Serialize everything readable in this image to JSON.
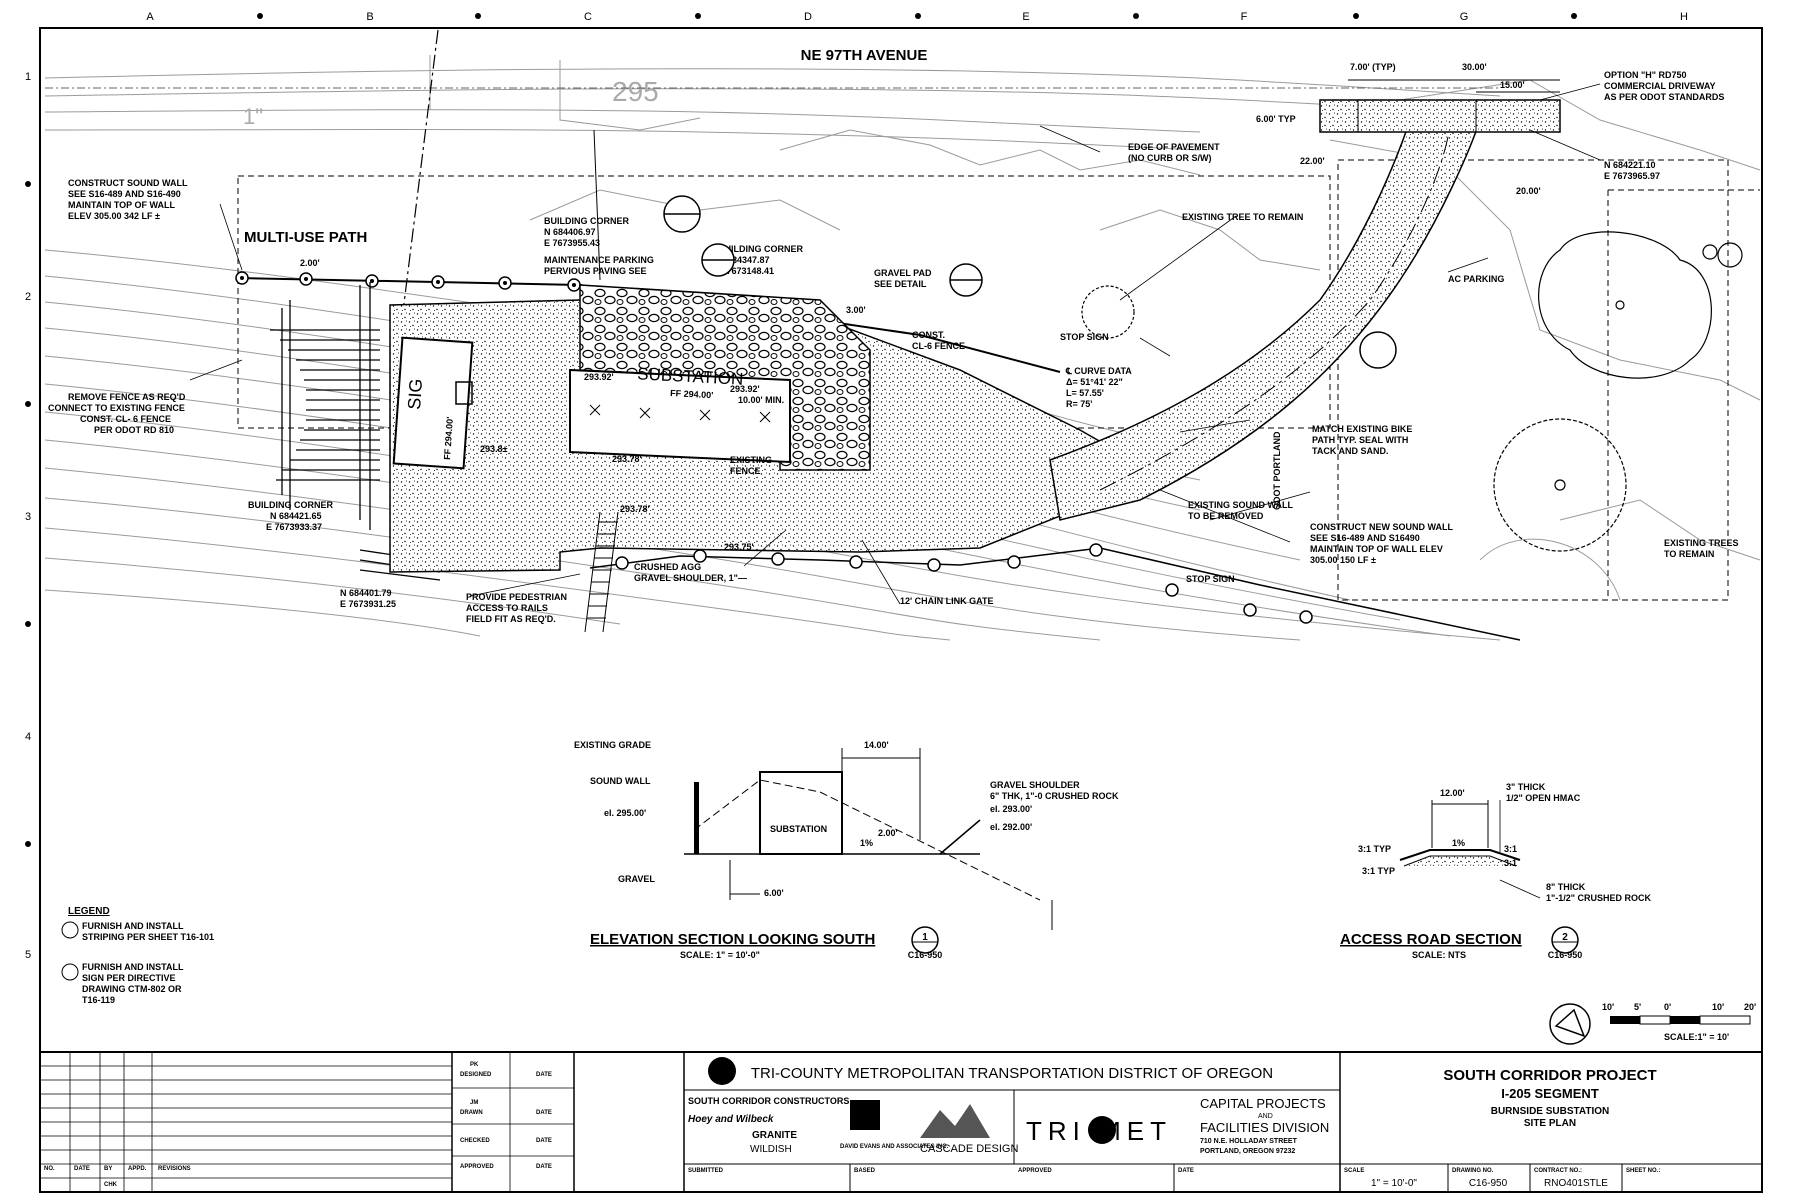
{
  "grid": {
    "columns": [
      "A",
      "B",
      "C",
      "D",
      "E",
      "F",
      "G",
      "H"
    ],
    "rows": [
      "1",
      "2",
      "3",
      "4",
      "5"
    ]
  },
  "plan": {
    "street": "NE 97TH AVENUE",
    "station_mark": "295",
    "mark_1": "1\"",
    "multi_use_path": "MULTI-USE PATH",
    "dim_200": "2.00'",
    "sound_wall_note": [
      "CONSTRUCT SOUND WALL",
      "SEE S16-489 AND S16-490",
      "MAINTAIN TOP OF WALL",
      "ELEV 305.00 342 LF ±"
    ],
    "remove_fence_note": [
      "REMOVE FENCE AS REQ'D",
      "CONNECT TO EXISTING FENCE",
      "CONST. CL- 6 FENCE",
      "PER ODOT RD 810"
    ],
    "bldg_corner_sw": [
      "BUILDING CORNER",
      "N 684421.65",
      "E 7673933.37"
    ],
    "coord_sw2": [
      "N 684401.79",
      "E 7673931.25"
    ],
    "ped_access_note": [
      "PROVIDE PEDESTRIAN",
      "ACCESS TO RAILS",
      "FIELD FIT AS REQ'D."
    ],
    "bldg_corner_1": [
      "BUILDING CORNER",
      "N 684406.97",
      "E 7673955.43"
    ],
    "maint_parking": [
      "MAINTENANCE PARKING",
      "PERVIOUS PAVING SEE"
    ],
    "bldg_corner_2": [
      "BUILDING CORNER",
      "N 684347.87",
      "E 7673148.41"
    ],
    "gravel_pad": [
      "GRAVEL PAD",
      "SEE DETAIL"
    ],
    "dim_300": "3.00'",
    "const_fence": [
      "CONST.",
      "CL-6 FENCE"
    ],
    "substation": "SUBSTATION",
    "ff_main": "FF 294.00'",
    "elev_29392a": "293.92'",
    "elev_29392b": "293.92'",
    "min_clear": "10.00' MIN.",
    "sig": "SIG",
    "ff_sig": "FF 294.00'",
    "elev_a": "293.8±",
    "elev_b": "293.78'",
    "elev_c": "293.78'",
    "elev_d": "293.75'",
    "existing_fence": [
      "EXISTING",
      "FENCE"
    ],
    "crushed_aggr": [
      "CRUSHED AGG",
      "GRAVEL SHOULDER, 1\"—"
    ],
    "chain_gate": "12' CHAIN LINK GATE",
    "stop_sign_1": "STOP SIGN",
    "curve_data": [
      "℄ CURVE DATA",
      "Δ= 51°41' 22\"",
      "L= 57.55'",
      "R= 75'"
    ],
    "existing_tree": "EXISTING TREE TO REMAIN",
    "edge_pavement": [
      "EDGE OF PAVEMENT",
      "(NO CURB OR S/W)"
    ],
    "dim_700": "7.00' (TYP)",
    "dim_3000": "30.00'",
    "dim_1500": "15.00'",
    "dim_600": "6.00' TYP",
    "dim_2200": "22.00'",
    "dim_2000": "20.00'",
    "driveway_note": [
      "OPTION \"H\" RD750",
      "COMMERCIAL DRIVEWAY",
      "AS PER ODOT STANDARDS"
    ],
    "coord_ne": [
      "N 684221.10",
      "E 7673965.97"
    ],
    "ac_parking": "AC PARKING",
    "match_bike": [
      "MATCH EXISTING BIKE",
      "PATH TYP. SEAL WITH",
      "TACK AND SAND."
    ],
    "existing_wall_remove": [
      "EXISTING SOUND WALL",
      "TO BE REMOVED"
    ],
    "new_wall_note": [
      "CONSTRUCT NEW SOUND WALL",
      "SEE S16-489 AND S16490",
      "MAINTAIN TOP OF WALL ELEV",
      "305.00 150 LF ±"
    ],
    "stop_sign_2": "STOP SIGN",
    "existing_trees": [
      "EXISTING TREES",
      "TO REMAIN"
    ],
    "odot_portland": "ODOT PORTLAND"
  },
  "elevation": {
    "existing_grade": "EXISTING GRADE",
    "sound_wall": "SOUND WALL",
    "el_295": "el. 295.00'",
    "gravel": "GRAVEL",
    "substation": "SUBSTATION",
    "dim_1400": "14.00'",
    "dim_600": "6.00'",
    "dim_200": "2.00'",
    "slope": "1%",
    "gravel_shoulder": [
      "GRAVEL SHOULDER",
      "6\" THK, 1\"-0 CRUSHED ROCK"
    ],
    "el_293": "el. 293.00'",
    "el_292": "el. 292.00'",
    "title": "ELEVATION SECTION LOOKING SOUTH",
    "scale": "SCALE: 1\" = 10'-0\"",
    "num": "1",
    "sheet": "C16-950"
  },
  "access_road": {
    "dim_1200": "12.00'",
    "slope": "1%",
    "hmac": [
      "3\" THICK",
      "1/2\" OPEN HMAC"
    ],
    "rock": [
      "8\" THICK",
      "1\"-1/2\" CRUSHED ROCK"
    ],
    "typ": "3:1 TYP",
    "ratio": "3:1",
    "title": "ACCESS ROAD SECTION",
    "scale": "SCALE: NTS",
    "num": "2",
    "sheet": "C16-950"
  },
  "legend": {
    "title": "LEGEND",
    "item1": [
      "FURNISH AND INSTALL",
      "STRIPING PER SHEET T16-101"
    ],
    "item2": [
      "FURNISH AND INSTALL",
      "SIGN PER DIRECTIVE",
      "DRAWING CTM-802 OR",
      "T16-119"
    ]
  },
  "bar_scale": {
    "ticks": [
      "10'",
      "5'",
      "0'",
      "10'",
      "20'"
    ],
    "label": "SCALE:1\" = 10'"
  },
  "title_block": {
    "agency": "TRI-COUNTY METROPOLITAN TRANSPORTATION DISTRICT OF OREGON",
    "contractor": "SOUTH CORRIDOR CONSTRUCTORS",
    "partners": [
      "Hoey and Wilbeck",
      "GRANITE",
      "WILDISH"
    ],
    "david_evans": "DAVID EVANS AND ASSOCIATES INC.",
    "cascade": "CASCADE DESIGN",
    "trimet": "TRI MET",
    "division": [
      "CAPITAL PROJECTS",
      "AND",
      "FACILITIES DIVISION",
      "710 N.E. HOLLADAY STREET",
      "PORTLAND, OREGON 97232"
    ],
    "project": "SOUTH CORRIDOR PROJECT",
    "segment": "I-205 SEGMENT",
    "sheet_title": [
      "BURNSIDE SUBSTATION",
      "SITE PLAN"
    ],
    "scale_label": "SCALE",
    "scale_val": "1\" = 10'-0\"",
    "drawing_label": "DRAWING NO.",
    "drawing_no": "C16-950",
    "contract_label": "CONTRACT NO.:",
    "contract_no": "RNO401STLE",
    "sheet_label": "SHEET NO.:",
    "rev_headers": [
      "NO.",
      "DATE",
      "BY",
      "APPD.",
      "REVISIONS"
    ],
    "chk": "CHK",
    "designed": [
      "PK",
      "DESIGNED",
      "DATE"
    ],
    "drawn": [
      "JM",
      "DRAWN",
      "DATE"
    ],
    "checked": [
      "CHECKED",
      "DATE"
    ],
    "approved": [
      "APPROVED",
      "DATE"
    ],
    "submitted": "SUBMITTED",
    "based": "BASED",
    "approved2": "APPROVED",
    "date2": "DATE"
  }
}
